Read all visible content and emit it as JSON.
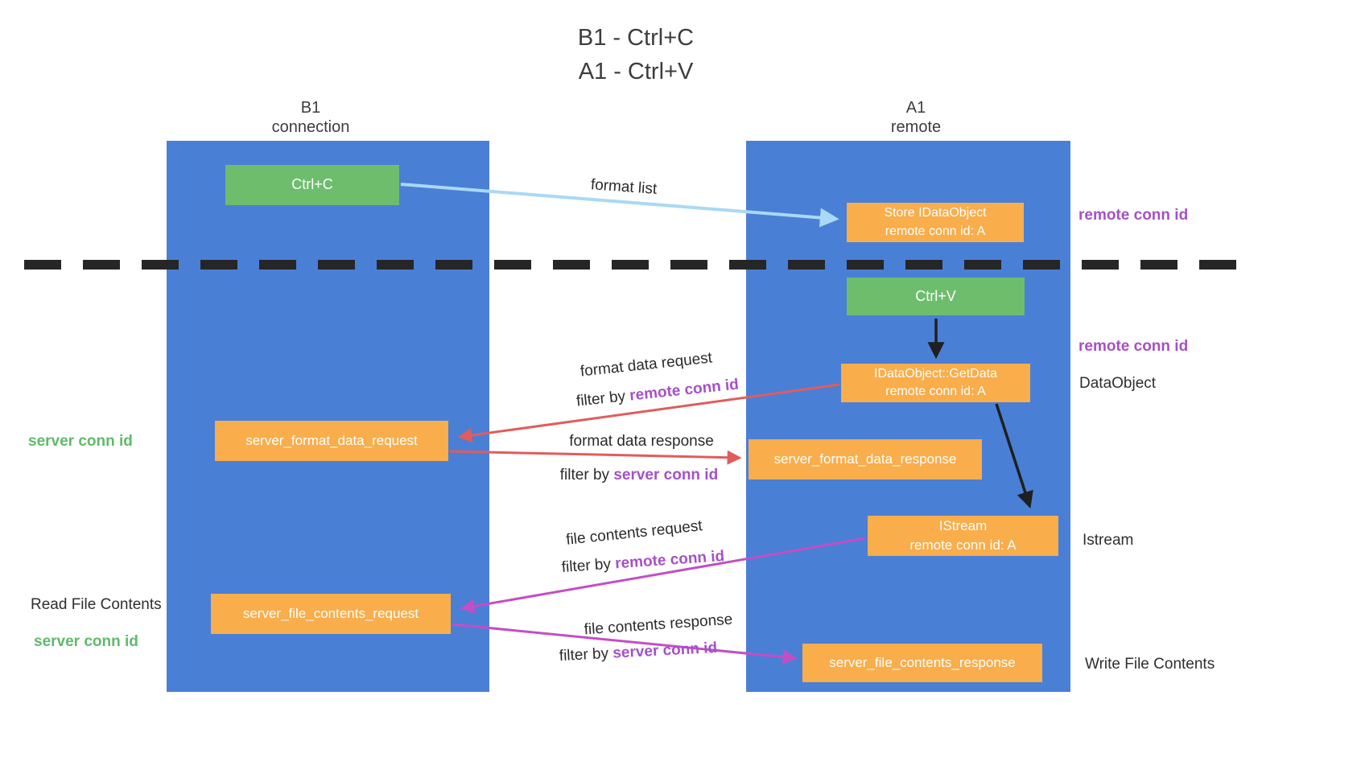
{
  "title": {
    "line1": "B1 - Ctrl+C",
    "line2": "A1 - Ctrl+V"
  },
  "lanes": {
    "left": {
      "name": "B1",
      "subtitle": "connection"
    },
    "right": {
      "name": "A1",
      "subtitle": "remote"
    }
  },
  "nodes": {
    "ctrl_c": {
      "label": "Ctrl+C"
    },
    "store_idataobject": {
      "line1": "Store IDataObject",
      "line2": "remote conn id: A"
    },
    "ctrl_v": {
      "label": "Ctrl+V"
    },
    "getdata": {
      "line1": "IDataObject::GetData",
      "line2": "remote conn id: A"
    },
    "server_format_data_request": {
      "label": "server_format_data_request"
    },
    "server_format_data_response": {
      "label": "server_format_data_response"
    },
    "istream_node": {
      "line1": "IStream",
      "line2": "remote conn id: A"
    },
    "server_file_contents_request": {
      "label": "server_file_contents_request"
    },
    "server_file_contents_response": {
      "label": "server_file_contents_response"
    }
  },
  "labels": {
    "format_list": "format list",
    "format_data_request": "format data request",
    "format_data_response": "format data response",
    "file_contents_request": "file contents request",
    "file_contents_response": "file contents response",
    "filter_by": "filter by",
    "remote_conn_id": "remote conn id",
    "server_conn_id": "server conn id",
    "dataobject": "DataObject",
    "istream": "Istream",
    "read_file_contents": "Read File Contents",
    "write_file_contents": "Write File Contents"
  },
  "colors": {
    "lane_blue": "#4a7fd6",
    "node_green": "#6dbd6d",
    "node_orange": "#f9ad4b",
    "arrow_light_blue": "#a9d9f5",
    "arrow_red": "#e15c5c",
    "arrow_magenta": "#c44ec4",
    "arrow_black": "#1f1f1f",
    "text_purple": "#a550c8",
    "text_green": "#5fba68"
  }
}
